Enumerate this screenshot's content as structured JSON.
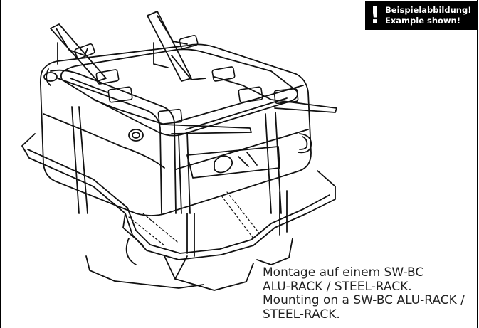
{
  "notice": {
    "icon": "exclamation-icon",
    "line_de": "Beispielabbildung!",
    "line_en": "Example shown!"
  },
  "caption": {
    "line1": "Montage auf einem SW-BC",
    "line2": "ALU-RACK / STEEL-RACK.",
    "line3": "Mounting on a SW-BC ALU-RACK /",
    "line4": "STEEL-RACK."
  },
  "colors": {
    "ink": "#111111",
    "notice_bg": "#000000",
    "notice_text": "#ffffff"
  }
}
